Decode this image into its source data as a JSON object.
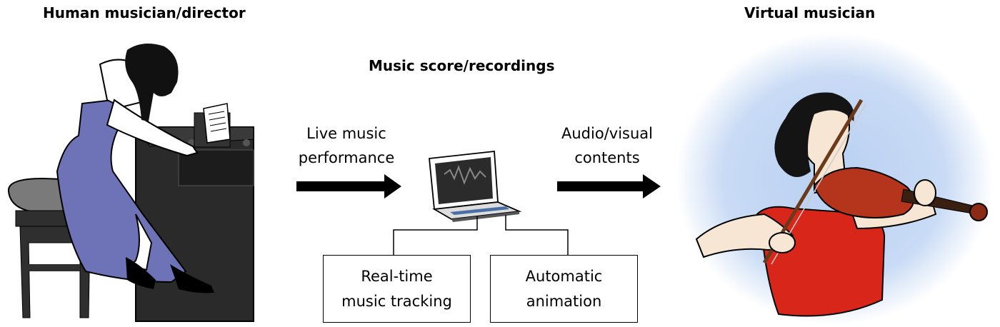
{
  "left": {
    "title": "Human musician/director"
  },
  "center": {
    "title": "Music score/recordings",
    "input_label_line1": "Live music",
    "input_label_line2": "performance",
    "output_label_line1": "Audio/visual",
    "output_label_line2": "contents",
    "box_tracking_line1": "Real-time",
    "box_tracking_line2": "music tracking",
    "box_animation_line1": "Automatic",
    "box_animation_line2": "animation"
  },
  "right": {
    "title": "Virtual musician"
  },
  "icons": [
    "pianist-illustration",
    "laptop-icon",
    "violinist-illustration",
    "arrow-icon"
  ],
  "colors": {
    "dress_blue": "#6e73b8",
    "dress_red": "#d8261b",
    "glow": "#b9d0f2",
    "violin": "#b5351c"
  }
}
